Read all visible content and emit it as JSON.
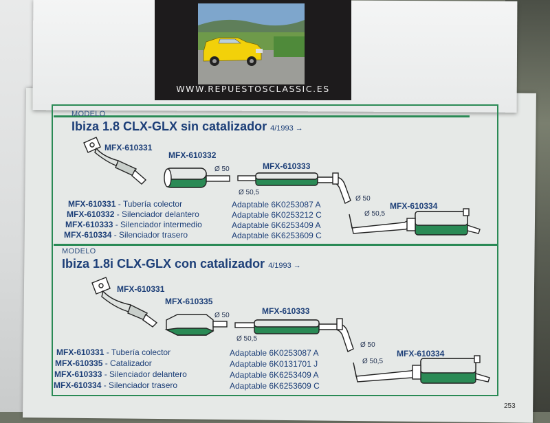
{
  "card": {
    "url": "WWW.REPUESTOSCLASSIC.ES",
    "car_color": "#f2d10a"
  },
  "sections": [
    {
      "modelo_label": "MODELO",
      "title": "Ibiza 1.8 CLX-GLX sin catalizador",
      "date": "4/1993 →",
      "diagram": {
        "codes": [
          "MFX-610331",
          "MFX-610332",
          "MFX-610333",
          "MFX-610334"
        ],
        "dims": [
          "Ø 50",
          "Ø 50,5",
          "Ø 50",
          "Ø 50,5"
        ]
      },
      "parts": [
        {
          "code": "MFX-610331",
          "desc": " - Tubería colector",
          "adapt": "Adaptable 6K0253087 A"
        },
        {
          "code": "MFX-610332",
          "desc": " - Silenciador delantero",
          "adapt": "Adaptable 6K0253212 C"
        },
        {
          "code": "MFX-610333",
          "desc": " - Silenciador intermedio",
          "adapt": "Adaptable 6K6253409 A"
        },
        {
          "code": "MFX-610334",
          "desc": " - Silenciador trasero",
          "adapt": "Adaptable 6K6253609 C"
        }
      ]
    },
    {
      "modelo_label": "MODELO",
      "title": "Ibiza 1.8i CLX-GLX con catalizador",
      "date": "4/1993 →",
      "diagram": {
        "codes": [
          "MFX-610331",
          "MFX-610335",
          "MFX-610333",
          "MFX-610334"
        ],
        "dims": [
          "Ø 50",
          "Ø 50,5",
          "Ø 50",
          "Ø 50,5"
        ]
      },
      "parts": [
        {
          "code": "MFX-610331",
          "desc": " - Tubería colector",
          "adapt": "Adaptable 6K0253087 A"
        },
        {
          "code": "MFX-610335",
          "desc": " - Catalizador",
          "adapt": "Adaptable 6K0131701 J"
        },
        {
          "code": "MFX-610333",
          "desc": " - Silenciador delantero",
          "adapt": "Adaptable 6K6253409 A"
        },
        {
          "code": "MFX-610334",
          "desc": " - Silenciador trasero",
          "adapt": "Adaptable 6K6253609 C"
        }
      ]
    }
  ],
  "page_number": "253",
  "colors": {
    "frame_green": "#2a8a55",
    "text_blue": "#1d3f78"
  }
}
